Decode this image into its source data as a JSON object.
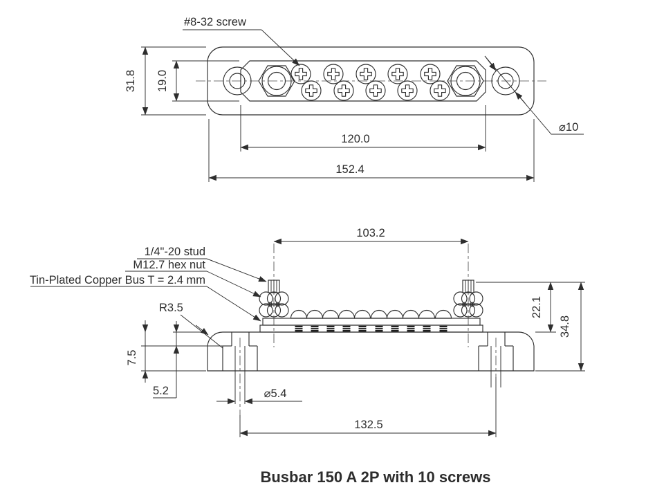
{
  "drawing": {
    "caption": "Busbar 150 A 2P with 10 screws",
    "top_view": {
      "screw_label": "#8-32 screw",
      "dim_overall_width": "31.8",
      "dim_plate_width": "19.0",
      "dim_screw_field_length": "120.0",
      "dim_overall_length": "152.4",
      "dim_end_hole_diameter": "⌀10"
    },
    "side_view": {
      "stud_label": "1/4\"-20 stud",
      "nut_label": "M12.7 hex nut",
      "bus_label": "Tin-Plated Copper Bus T = 2.4 mm",
      "dim_stud_spacing": "103.2",
      "dim_corner_radius": "R3.5",
      "dim_stud_height": "22.1",
      "dim_total_height": "34.8",
      "dim_foot_height": "7.5",
      "dim_slot_height": "5.2",
      "dim_mount_hole_diameter": "⌀5.4",
      "dim_mount_hole_spacing": "132.5"
    }
  }
}
